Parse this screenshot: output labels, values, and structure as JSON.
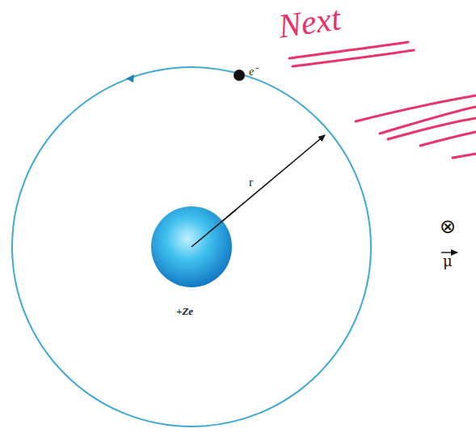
{
  "diagram": {
    "nodes": [
      {
        "text": [
          "+Ze"
        ]
      }
    ],
    "labels": [
      "Next",
      "e⁻",
      "r",
      "⊗",
      "μ"
    ]
  }
}
